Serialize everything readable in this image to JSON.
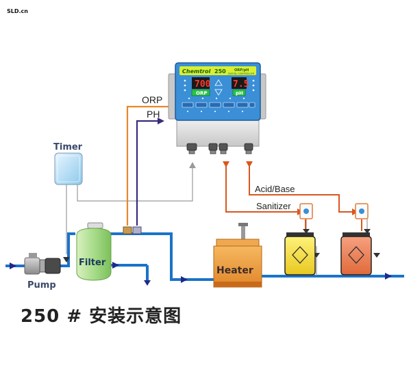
{
  "watermark": "SLD.cn",
  "controller": {
    "brand": "Chemtrol",
    "model": "250",
    "subtitle": "ORP/pH",
    "subtitle2": "DIGITAL CONTROLLER",
    "orp_value": "700",
    "ph_value": "7.5",
    "orp_tag": "ORP",
    "ph_tag": "pH"
  },
  "labels": {
    "orp": "ORP",
    "ph": "PH",
    "timer": "Timer",
    "acid_base": "Acid/Base",
    "sanitizer": "Sanitizer",
    "filter": "Filter",
    "pump": "Pump",
    "heater": "Heater"
  },
  "caption": "250 # 安装示意图",
  "colors": {
    "water_line": "#1a73c9",
    "orp_line": "#e8872a",
    "ph_line": "#3a2a7a",
    "feed_line": "#d8561e",
    "control_line": "#9a9a9a",
    "controller_panel": "#3a8fd6"
  }
}
